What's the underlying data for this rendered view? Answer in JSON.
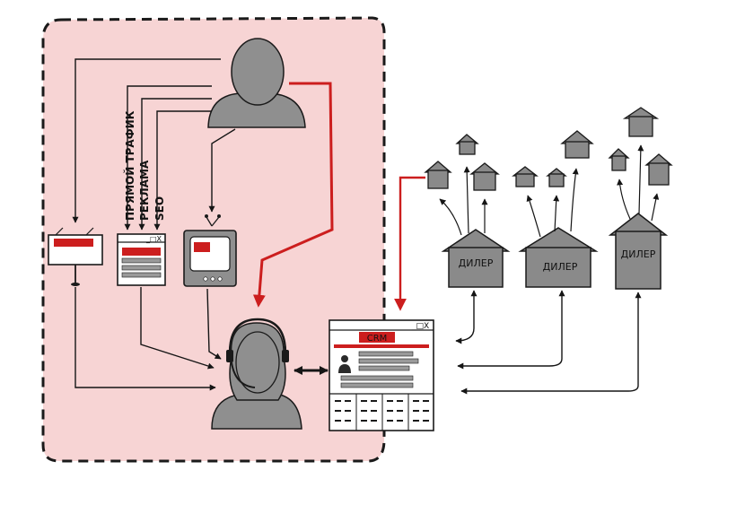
{
  "channels": {
    "direct": "ПРЯМОЙ ТРАФИК",
    "ads": "РЕКЛАМА",
    "seo": "SEO"
  },
  "crm": {
    "title": "CRM",
    "window_controls": "_□X"
  },
  "browser": {
    "window_controls": "_□X"
  },
  "dealers": [
    "ДИЛЕР",
    "ДИЛЕР",
    "ДИЛЕР"
  ],
  "colors": {
    "zone_fill": "#f7d4d4",
    "accent_red": "#cc1e1e",
    "ink": "#151515",
    "figure_gray": "#8f8f8f",
    "house_gray": "#8a8a8a"
  }
}
